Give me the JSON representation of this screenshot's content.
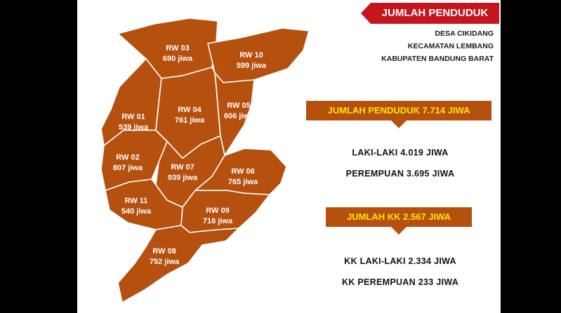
{
  "header": {
    "title": "JUMLAH PENDUDUK",
    "location": [
      "DESA CIKIDANG",
      "KECAMATAN LEMBANG",
      "KABUPATEN BANDUNG BARAT"
    ]
  },
  "map": {
    "regions": [
      {
        "id": "RW 03",
        "value": "690 jiwa"
      },
      {
        "id": "RW 10",
        "value": "599 jiwa"
      },
      {
        "id": "RW 01",
        "value": "539 jiwa"
      },
      {
        "id": "RW 04",
        "value": "761 jiwa"
      },
      {
        "id": "RW 05",
        "value": "606 jiwa"
      },
      {
        "id": "RW 02",
        "value": "807 jiwa"
      },
      {
        "id": "RW 07",
        "value": "939 jiwa"
      },
      {
        "id": "RW 06",
        "value": "765 jiwa"
      },
      {
        "id": "RW 11",
        "value": "540 jiwa"
      },
      {
        "id": "RW 09",
        "value": "716 jiwa"
      },
      {
        "id": "RW 08",
        "value": "752 jiwa"
      }
    ]
  },
  "population": {
    "total_label": "JUMLAH PENDUDUK 7.714 JIWA",
    "male": "LAKI-LAKI 4.019 JIWA",
    "female": "PEREMPUAN  3.695 JIWA"
  },
  "households": {
    "total_label": "JUMLAH KK 2.567 JIWA",
    "male": "KK  LAKI-LAKI 2.334 JIWA",
    "female": "KK PEREMPUAN 233 JIWA"
  },
  "colors": {
    "region_fill": "#b5500f",
    "banner_red": "#c4161c",
    "highlight_text": "#ffe400"
  }
}
